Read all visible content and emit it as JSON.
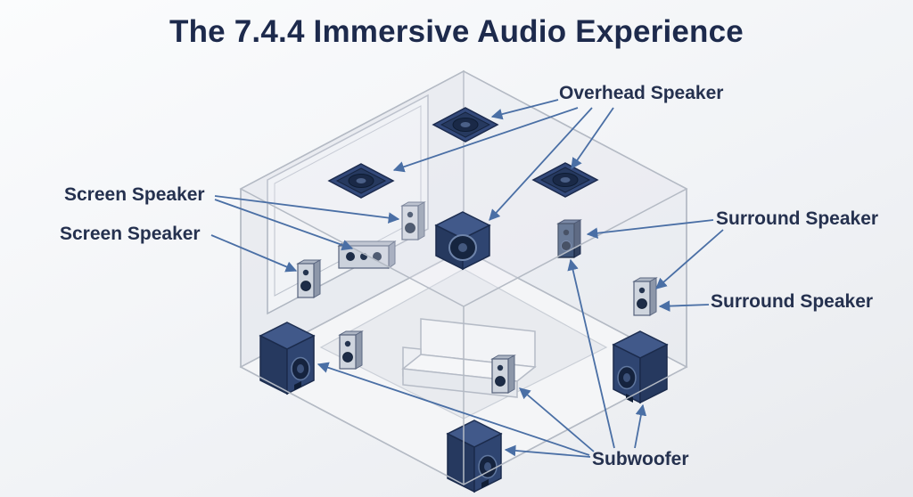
{
  "title": "The 7.4.4 Immersive Audio Experience",
  "labels": {
    "overhead": "Overhead Speaker",
    "screen_top": "Screen Speaker",
    "screen_bottom": "Screen Speaker",
    "surround_top": "Surround Speaker",
    "surround_bottom": "Surround Speaker",
    "subwoofer": "Subwoofer"
  },
  "colors": {
    "title_text": "#1d2a4c",
    "label_text": "#25314f",
    "arrow": "#4a6fa5",
    "speaker_navy": "#2e4a73",
    "speaker_dark": "#1d2c47",
    "room_line": "#b4bac4",
    "background": "#f1f3f6"
  }
}
